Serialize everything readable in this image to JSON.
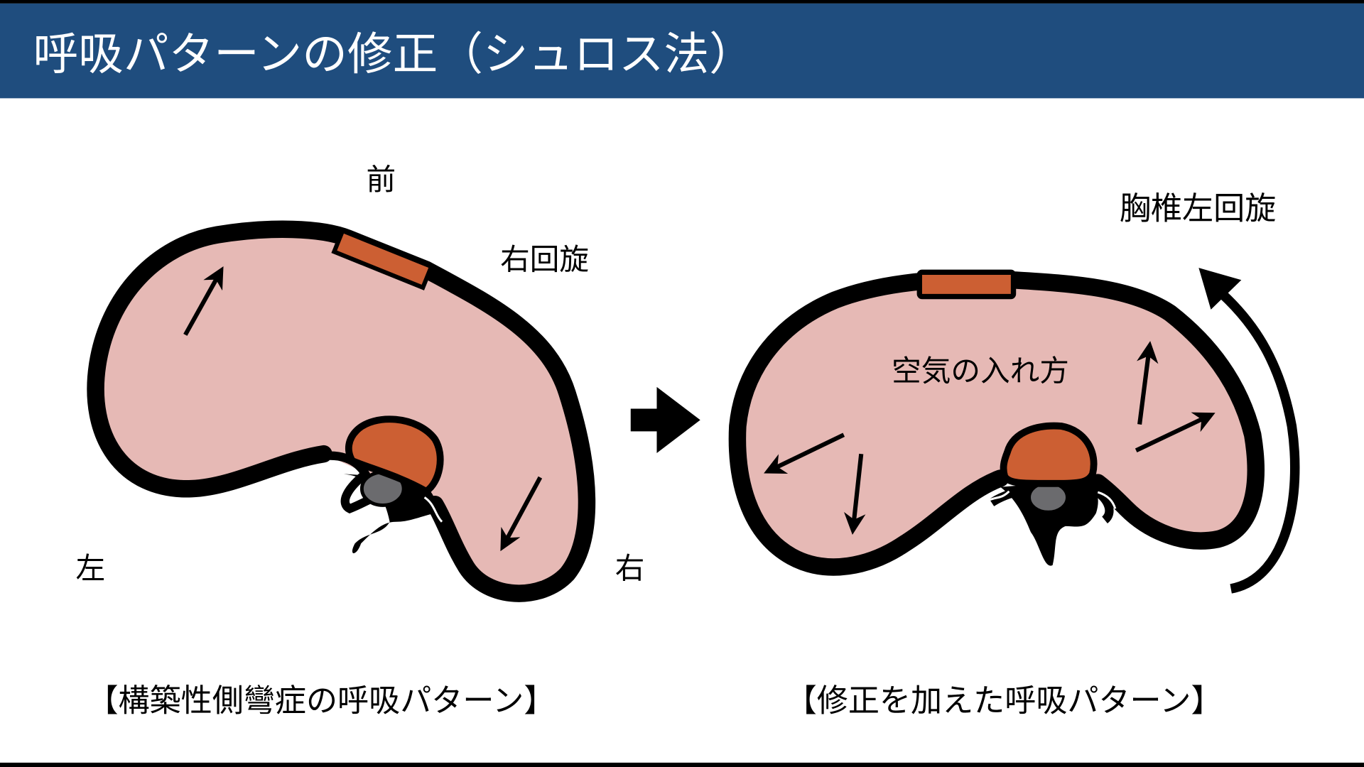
{
  "header": {
    "title": "呼吸パターンの修正（シュロス法）"
  },
  "left_diagram": {
    "label_front": "前",
    "label_rotation": "右回旋",
    "label_left": "左",
    "label_right": "右",
    "caption": "【構築性側彎症の呼吸パターン】"
  },
  "right_diagram": {
    "label_air": "空気の入れ方",
    "label_rotation": "胸椎左回旋",
    "caption": "【修正を加えた呼吸パターン】"
  },
  "colors": {
    "header_bg": "#1f4d7e",
    "lung_fill": "#e6b9b5",
    "bone_orange": "#cc5f33",
    "canal_gray": "#6b6b6e"
  }
}
